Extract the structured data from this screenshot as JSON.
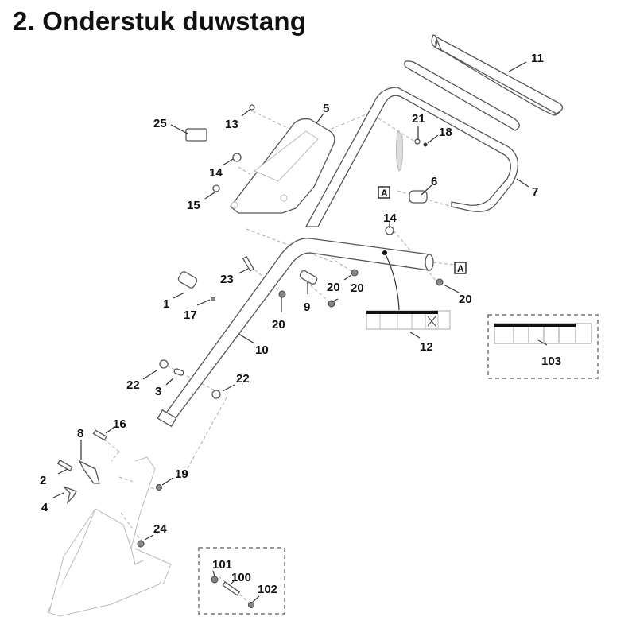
{
  "page": {
    "title": "2. Onderstuk duwstang"
  },
  "reference_marker": "A",
  "callouts": [
    {
      "id": "c11",
      "label": "11"
    },
    {
      "id": "c5",
      "label": "5"
    },
    {
      "id": "c25",
      "label": "25"
    },
    {
      "id": "c13",
      "label": "13"
    },
    {
      "id": "c21",
      "label": "21"
    },
    {
      "id": "c18",
      "label": "18"
    },
    {
      "id": "c14a",
      "label": "14"
    },
    {
      "id": "c6",
      "label": "6"
    },
    {
      "id": "c7",
      "label": "7"
    },
    {
      "id": "c15",
      "label": "15"
    },
    {
      "id": "c14b",
      "label": "14"
    },
    {
      "id": "c23",
      "label": "23"
    },
    {
      "id": "c20a",
      "label": "20"
    },
    {
      "id": "c20b",
      "label": "20"
    },
    {
      "id": "c20c",
      "label": "20"
    },
    {
      "id": "c20d",
      "label": "20"
    },
    {
      "id": "c1",
      "label": "1"
    },
    {
      "id": "c9",
      "label": "9"
    },
    {
      "id": "c17",
      "label": "17"
    },
    {
      "id": "c12",
      "label": "12"
    },
    {
      "id": "c103",
      "label": "103"
    },
    {
      "id": "c10",
      "label": "10"
    },
    {
      "id": "c22a",
      "label": "22"
    },
    {
      "id": "c22b",
      "label": "22"
    },
    {
      "id": "c3",
      "label": "3"
    },
    {
      "id": "c16",
      "label": "16"
    },
    {
      "id": "c8",
      "label": "8"
    },
    {
      "id": "c19",
      "label": "19"
    },
    {
      "id": "c2",
      "label": "2"
    },
    {
      "id": "c4",
      "label": "4"
    },
    {
      "id": "c24",
      "label": "24"
    },
    {
      "id": "c101",
      "label": "101"
    },
    {
      "id": "c100",
      "label": "100"
    },
    {
      "id": "c102",
      "label": "102"
    }
  ]
}
